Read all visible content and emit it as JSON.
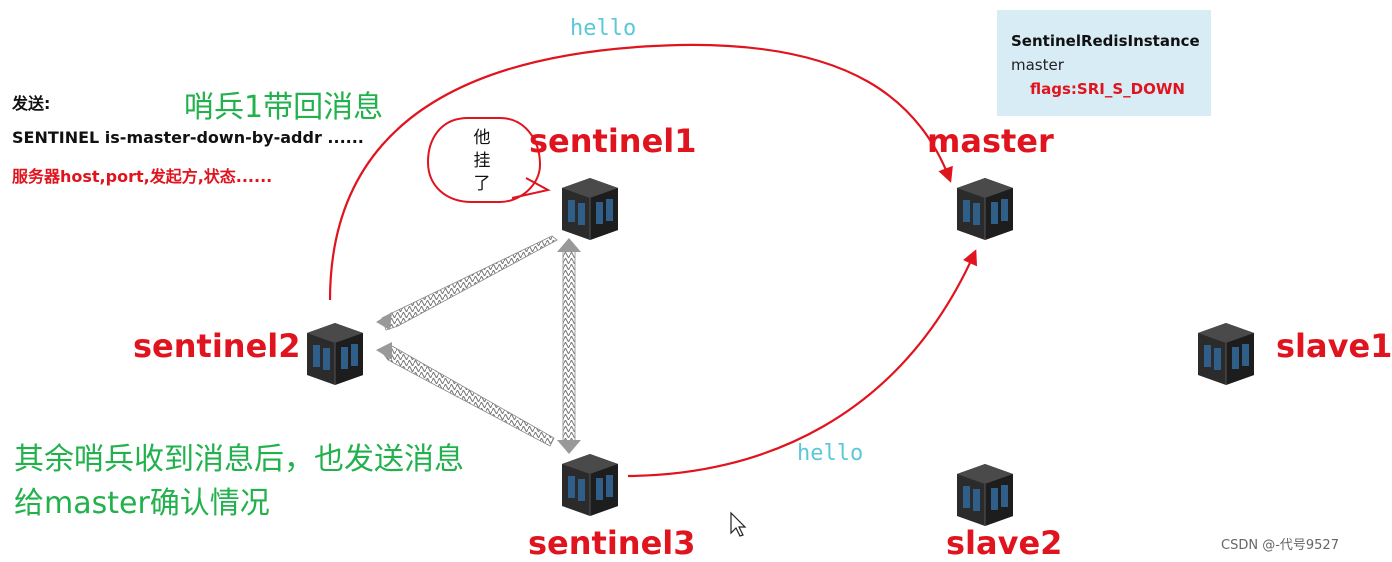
{
  "top_hello": "hello",
  "bottom_hello": "hello",
  "info_box": {
    "title": "SentinelRedisInstance",
    "subtitle": "master",
    "flags": "flags:SRI_S_DOWN"
  },
  "send_block": {
    "label": "发送:",
    "command": "SENTINEL is-master-down-by-addr ......",
    "params": "服务器host,port,发起方,状态......"
  },
  "green_notes": {
    "sentinel1_return": "哨兵1带回消息",
    "others_line1": "其余哨兵收到消息后，也发送消息",
    "others_line2": "给master确认情况"
  },
  "bubble": {
    "line1": "他",
    "line2": "挂",
    "line3": "了"
  },
  "nodes": {
    "sentinel1": "sentinel1",
    "sentinel2": "sentinel2",
    "sentinel3": "sentinel3",
    "master": "master",
    "slave1": "slave1",
    "slave2": "slave2"
  },
  "watermark": "CSDN @-代号9527",
  "colors": {
    "red": "#e0141e",
    "green": "#22b14c",
    "hello_cyan": "#5bc8d8",
    "info_box_bg": "#d8ecf5"
  },
  "icons": [
    "server-icon",
    "mouse-cursor-icon",
    "speech-bubble-icon"
  ]
}
